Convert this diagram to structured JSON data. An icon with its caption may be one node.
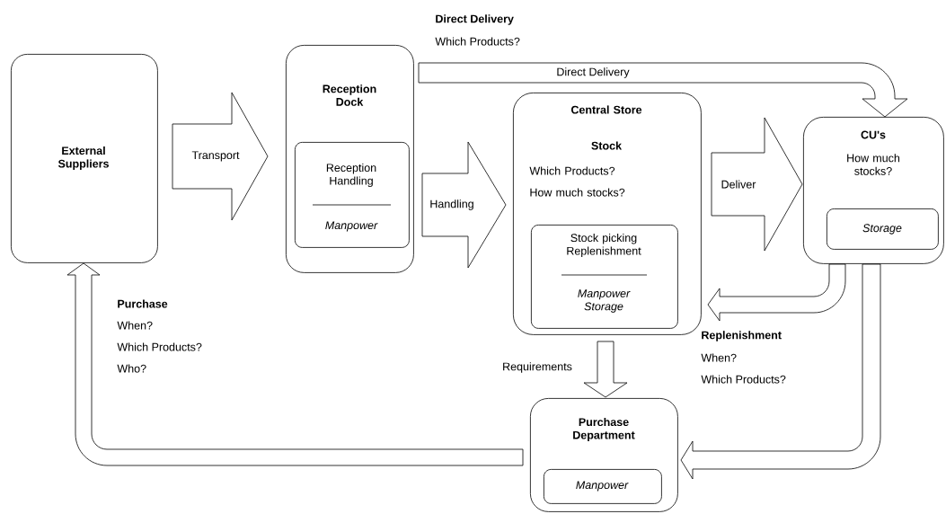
{
  "diagram": {
    "nodes": [
      {
        "text": [
          "External Suppliers"
        ]
      },
      {
        "text": [
          "Reception Dock"
        ]
      },
      {
        "text": [
          "Reception Handling",
          "Manpower"
        ],
        "in": 1
      },
      {
        "text": [
          "Central Store",
          "Stock",
          "Which Products?",
          "How much stocks?"
        ]
      },
      {
        "text": [
          "Stock picking Replenishment",
          "Manpower Storage"
        ],
        "in": 3
      },
      {
        "text": [
          "CU's",
          "How much stocks?"
        ]
      },
      {
        "text": [
          "Storage"
        ],
        "in": 5
      },
      {
        "text": [
          "Purchase Department"
        ]
      },
      {
        "text": [
          "Manpower"
        ],
        "in": 7
      }
    ],
    "edges": [
      {
        "from": 0,
        "to": 1,
        "arrow": "to",
        "label": "Transport"
      },
      {
        "from": 1,
        "to": 3,
        "arrow": "to",
        "label": "Handling"
      },
      {
        "from": 1,
        "to": 5,
        "arrow": "to",
        "label": "Direct Delivery"
      },
      {
        "from": 3,
        "to": 5,
        "arrow": "to",
        "label": "Deliver"
      },
      {
        "from": 5,
        "to": 3,
        "arrow": "to"
      },
      {
        "from": 3,
        "to": 7,
        "arrow": "to",
        "label": "Requirements"
      },
      {
        "from": 5,
        "to": 7,
        "arrow": "to"
      },
      {
        "from": 7,
        "to": 0,
        "arrow": "to"
      }
    ],
    "labels": [
      "Direct Delivery",
      "Which Products?",
      "Purchase",
      "When?",
      "Which Products?",
      "Who?",
      "Replenishment",
      "When?",
      "Which Products?"
    ]
  }
}
